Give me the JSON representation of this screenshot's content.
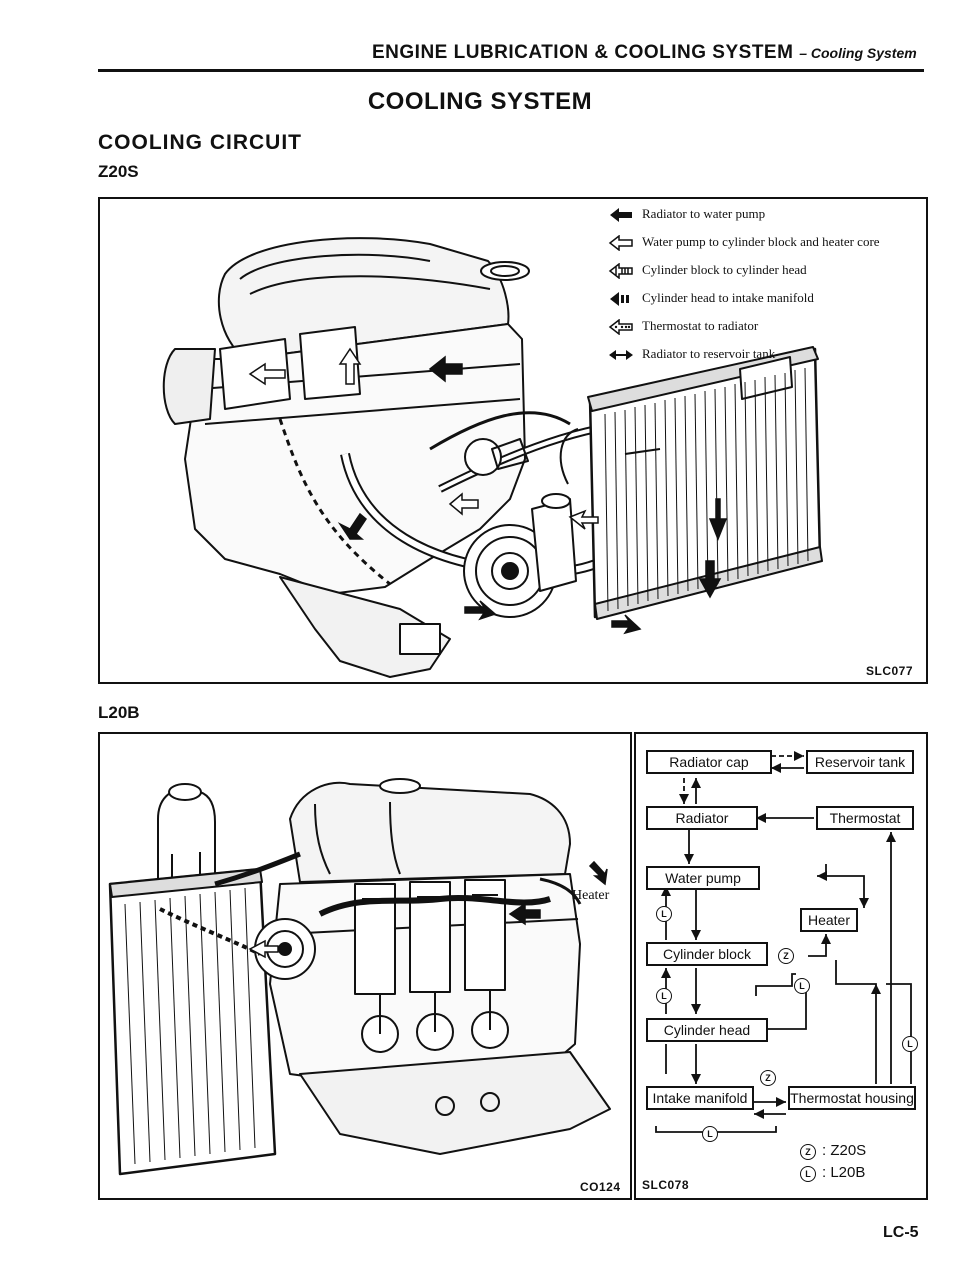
{
  "header": {
    "section": "ENGINE LUBRICATION & COOLING SYSTEM",
    "subsection": "– Cooling System"
  },
  "page_title": "COOLING SYSTEM",
  "section_title": "COOLING CIRCUIT",
  "subsections": {
    "first": "Z20S",
    "second": "L20B"
  },
  "figure1": {
    "code": "SLC077",
    "legend": [
      {
        "icon": "solid-arrow-icon",
        "label": "Radiator to water pump"
      },
      {
        "icon": "hollow-arrow-icon",
        "label": "Water pump to cylinder block and heater core"
      },
      {
        "icon": "striped-arrow-icon",
        "label": "Cylinder block to cylinder head"
      },
      {
        "icon": "barred-arrow-icon",
        "label": "Cylinder head to intake manifold"
      },
      {
        "icon": "dotted-arrow-icon",
        "label": "Thermostat to radiator"
      },
      {
        "icon": "double-arrow-icon",
        "label": "Radiator to reservoir tank"
      }
    ]
  },
  "figure2": {
    "code": "CO124",
    "heater_label": "Heater"
  },
  "flow_diagram": {
    "code": "SLC078",
    "boxes": {
      "radiator_cap": "Radiator cap",
      "reservoir_tank": "Reservoir tank",
      "radiator": "Radiator",
      "thermostat": "Thermostat",
      "water_pump": "Water pump",
      "heater": "Heater",
      "cylinder_block": "Cylinder block",
      "cylinder_head": "Cylinder head",
      "intake_manifold": "Intake manifold",
      "thermostat_housing": "Thermostat housing"
    },
    "markers": {
      "z": "Z",
      "l": "L"
    },
    "key": [
      {
        "symbol": "Z",
        "text": ": Z20S"
      },
      {
        "symbol": "L",
        "text": ": L20B"
      }
    ]
  },
  "page_number": "LC-5",
  "colors": {
    "ink": "#111111",
    "paper": "#ffffff"
  }
}
